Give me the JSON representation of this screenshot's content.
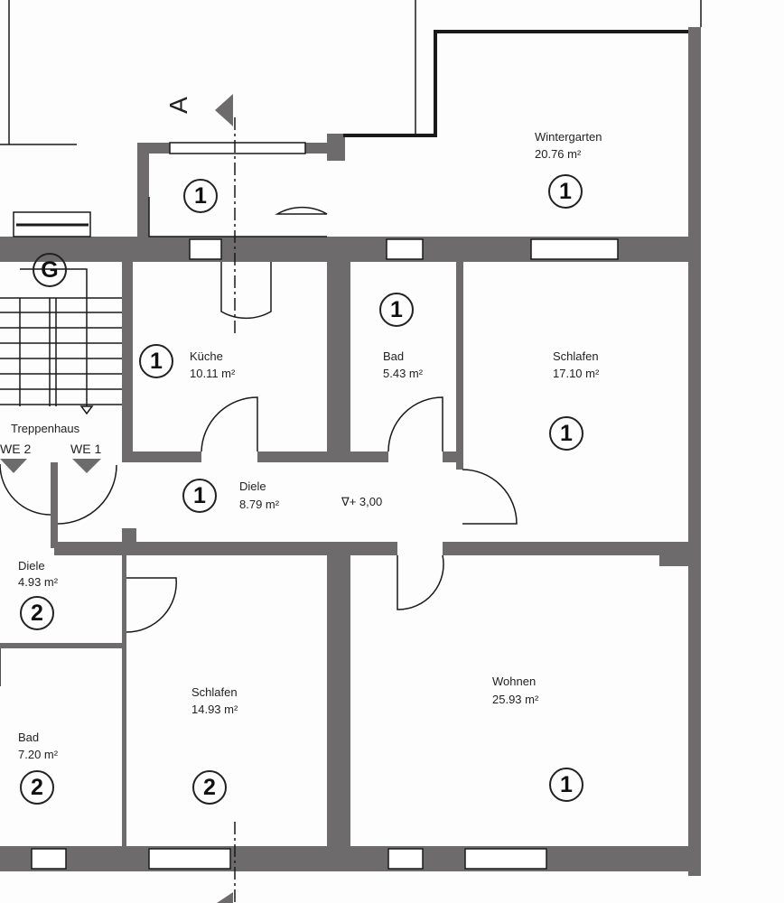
{
  "colors": {
    "wall": "#6e6b6d",
    "line": "#1a1a1a",
    "paper": "#fdfdfd"
  },
  "section_marker": "A",
  "stair": {
    "badge": "G",
    "label": "Treppenhaus",
    "we2": "WE 2",
    "we1": "WE 1"
  },
  "level": "∇+ 3,00",
  "rooms": [
    {
      "id": "abstell",
      "unit": "1"
    },
    {
      "id": "wintergarten",
      "name": "Wintergarten",
      "area": "20.76 m²",
      "unit": "1"
    },
    {
      "id": "kueche",
      "name": "Küche",
      "area": "10.11 m²",
      "unit": "1"
    },
    {
      "id": "bad1",
      "name": "Bad",
      "area": "5.43 m²",
      "unit": "1"
    },
    {
      "id": "schlafen1",
      "name": "Schlafen",
      "area": "17.10 m²",
      "unit": "1"
    },
    {
      "id": "diele1",
      "name": "Diele",
      "area": "8.79 m²",
      "unit": "1"
    },
    {
      "id": "diele2",
      "name": "Diele",
      "area": "4.93 m²",
      "unit": "2"
    },
    {
      "id": "schlafen2",
      "name": "Schlafen",
      "area": "14.93 m²",
      "unit": "2"
    },
    {
      "id": "wohnen",
      "name": "Wohnen",
      "area": "25.93 m²",
      "unit": "1"
    },
    {
      "id": "bad2",
      "name": "Bad",
      "area": "7.20 m²",
      "unit": "2"
    }
  ]
}
